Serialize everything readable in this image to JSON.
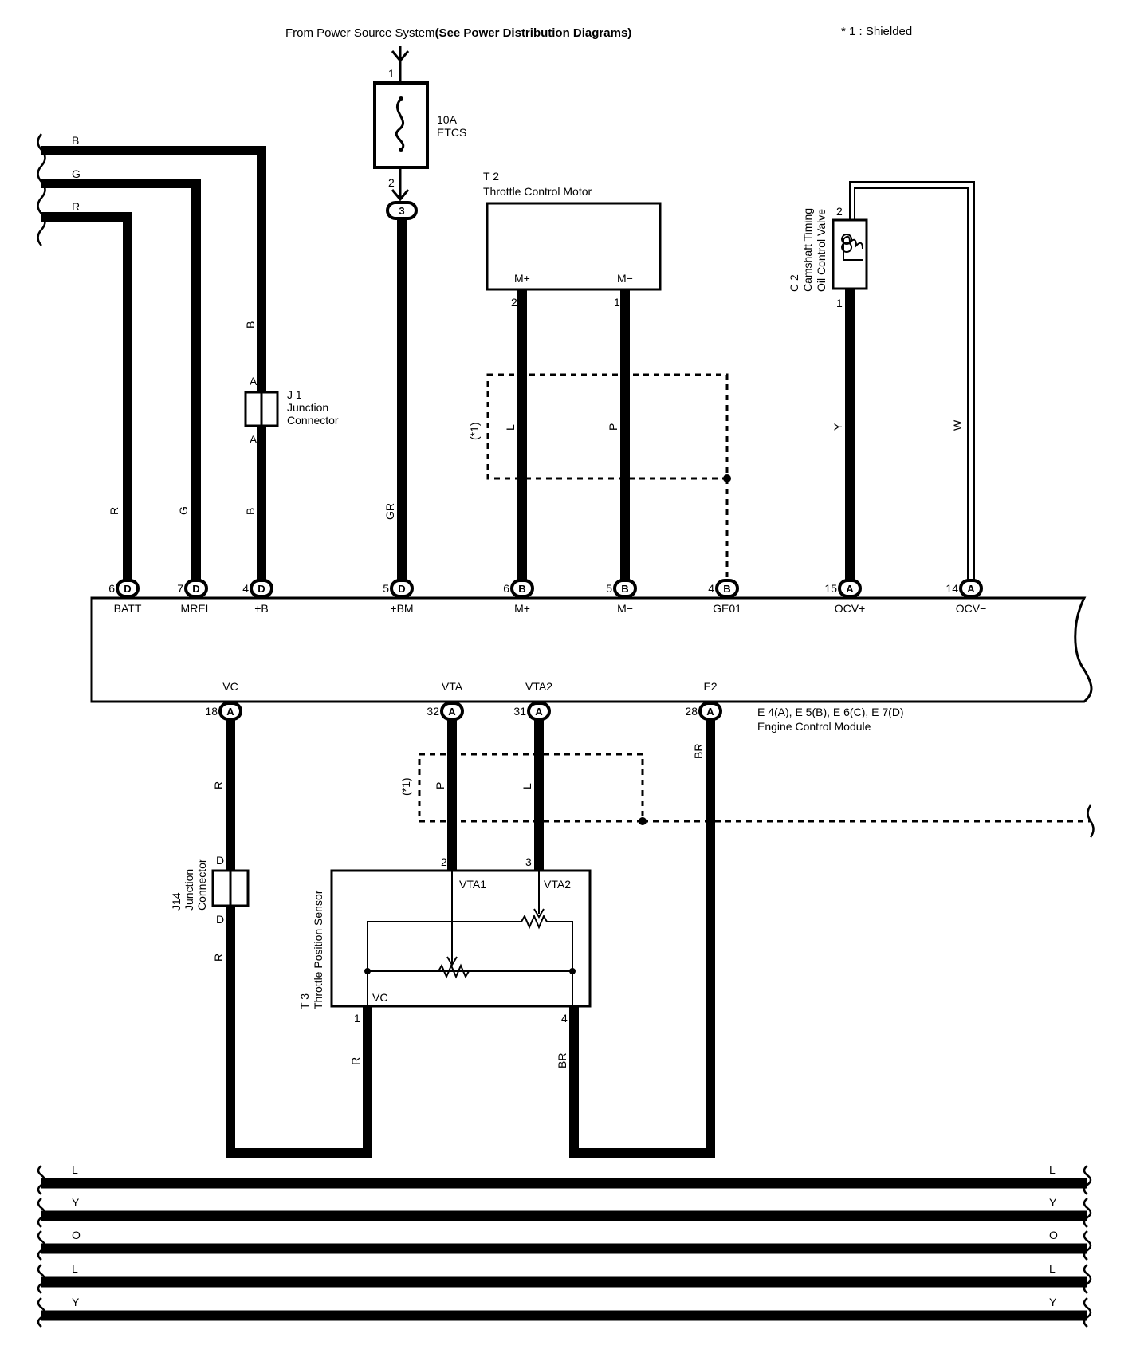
{
  "header": {
    "power_source": "From Power Source System",
    "power_source_ref": "(See Power Distribution Diagrams)",
    "shield_note": "* 1 : Shielded"
  },
  "left_inputs": [
    {
      "color": "B"
    },
    {
      "color": "G"
    },
    {
      "color": "R"
    }
  ],
  "fuse": {
    "rating": "10A",
    "name": "ETCS",
    "pin_in": "1",
    "pin_out": "2",
    "junction": "3"
  },
  "j1": {
    "id": "J 1",
    "name_line1": "Junction",
    "name_line2": "Connector",
    "pin_top": "A",
    "pin_bottom": "A"
  },
  "throttle_motor": {
    "id": "T 2",
    "name": "Throttle Control Motor",
    "pin_mplus": "M+",
    "pin_mminus": "M−",
    "pin_num_mplus": "2",
    "pin_num_mminus": "1"
  },
  "ocv": {
    "id": "C 2",
    "name_line1": "Camshaft Timing",
    "name_line2": "Oil Control Valve",
    "pin_top": "2",
    "pin_bottom": "1"
  },
  "shield_label": "(*1)",
  "wire_colors": {
    "batt": "R",
    "mrel": "G",
    "b_upper": "B",
    "b_lower": "B",
    "bm": "GR",
    "mplus": "L",
    "mminus": "P",
    "ocv_plus": "Y",
    "ocv_minus": "W",
    "vc_upper": "R",
    "vc_lower": "R",
    "vta": "P",
    "vta2": "L",
    "e2": "BR",
    "tps_vc": "R",
    "tps_e2": "BR"
  },
  "ecm_top_pins": [
    {
      "num": "6",
      "conn": "D",
      "name": "BATT"
    },
    {
      "num": "7",
      "conn": "D",
      "name": "MREL"
    },
    {
      "num": "4",
      "conn": "D",
      "name": "+B"
    },
    {
      "num": "5",
      "conn": "D",
      "name": "+BM"
    },
    {
      "num": "6",
      "conn": "B",
      "name": "M+"
    },
    {
      "num": "5",
      "conn": "B",
      "name": "M−"
    },
    {
      "num": "4",
      "conn": "B",
      "name": "GE01"
    },
    {
      "num": "15",
      "conn": "A",
      "name": "OCV+"
    },
    {
      "num": "14",
      "conn": "A",
      "name": "OCV−"
    }
  ],
  "ecm_bottom_pins": [
    {
      "num": "18",
      "conn": "A",
      "name": "VC"
    },
    {
      "num": "32",
      "conn": "A",
      "name": "VTA"
    },
    {
      "num": "31",
      "conn": "A",
      "name": "VTA2"
    },
    {
      "num": "28",
      "conn": "A",
      "name": "E2"
    }
  ],
  "ecm": {
    "connectors": "E 4(A), E 5(B), E 6(C), E 7(D)",
    "name": "Engine Control Module"
  },
  "j14": {
    "id": "J14",
    "name_line1": "Junction",
    "name_line2": "Connector",
    "pin_top": "D",
    "pin_bottom": "D"
  },
  "tps": {
    "id": "T 3",
    "name": "Throttle Position Sensor",
    "vta1": "VTA1",
    "vta2": "VTA2",
    "vc": "VC",
    "pin_vta1": "2",
    "pin_vta2": "3",
    "pin_vc": "1",
    "pin_e2": "4"
  },
  "bottom_rails": [
    {
      "color": "L"
    },
    {
      "color": "Y"
    },
    {
      "color": "O"
    },
    {
      "color": "L"
    },
    {
      "color": "Y"
    }
  ]
}
